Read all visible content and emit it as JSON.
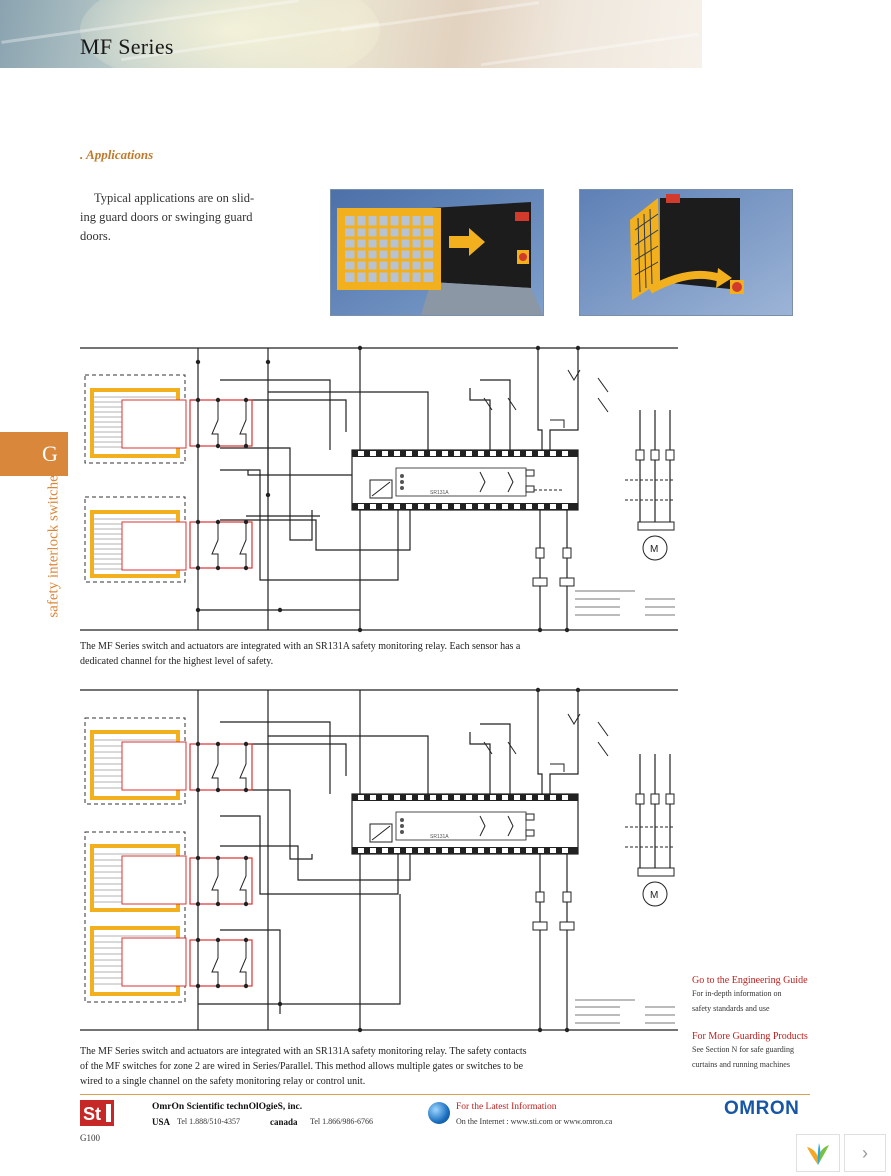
{
  "header": {
    "title": "MF Series"
  },
  "side_tab": {
    "letter": "G",
    "label": "safety interlock switches"
  },
  "applications": {
    "heading": ".  Applications",
    "intro_lines": [
      "Typical applications are on slid-",
      "ing guard doors or swinging guard",
      "doors."
    ]
  },
  "photos": [
    {
      "name": "sliding-guard-door-photo"
    },
    {
      "name": "swinging-guard-door-photo"
    }
  ],
  "diagram1": {
    "caption_lines": [
      "The MF Series switch and actuators are integrated with an SR131A safety monitoring relay. Each sensor has a",
      "dedicated channel for the highest level of safety."
    ],
    "relay_label": "SR131A",
    "motor_label": "M"
  },
  "diagram2": {
    "caption_lines": [
      "The MF Series switch and actuators are integrated with an SR131A safety monitoring relay. The safety contacts",
      "of the MF switches for zone 2 are wired in Series/Parallel. This method allows multiple gates or switches to be",
      "wired to a single channel on the safety monitoring relay or control unit."
    ],
    "relay_label": "SR131A",
    "motor_label": "M"
  },
  "sidebar_links": {
    "engineering_guide": {
      "title": "Go to the Engineering Guide",
      "lines": [
        "For in-depth information on",
        "safety standards and use"
      ]
    },
    "guarding_products": {
      "title": "For More Guarding Products",
      "lines": [
        "See Section N for safe guarding",
        "curtains and running machines"
      ]
    }
  },
  "footer": {
    "company": "OmrOn Scientific technOlOgieS, inc.",
    "usa_label": "USA",
    "usa_phone": "Tel 1.888/510-4357",
    "canada_label": "canada",
    "canada_phone": "Tel 1.866/986-6766",
    "latest_title": "For the Latest Information",
    "online_text": "On the Internet :  www.sti.com or www.omron.ca",
    "brand": "OMRON",
    "page_number": "G100"
  },
  "viewer": {
    "next_glyph": "›"
  },
  "colors": {
    "accent_orange": "#d9873a",
    "link_red": "#c02020",
    "brand_blue": "#1756a5",
    "guard_yellow": "#f2b01e"
  }
}
